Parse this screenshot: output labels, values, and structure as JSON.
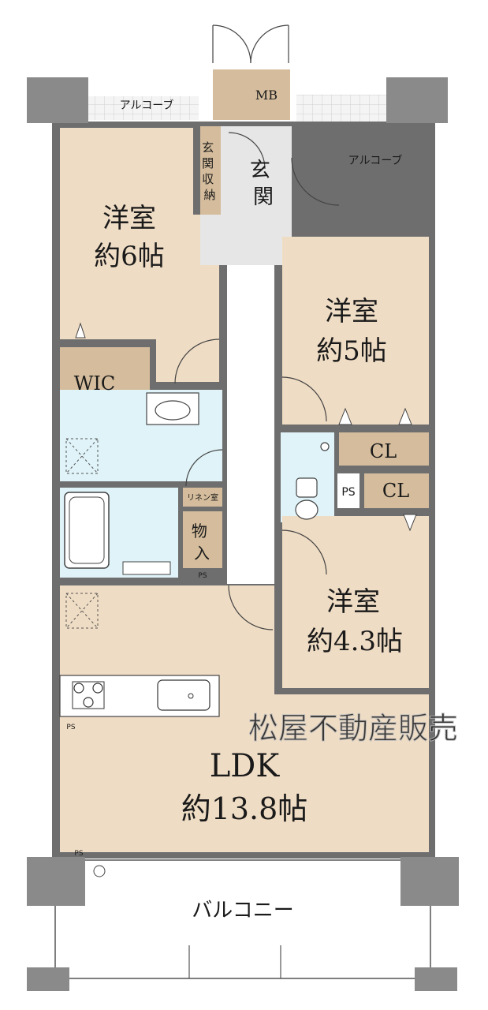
{
  "rooms": {
    "western_6": {
      "name": "洋室",
      "size": "約6帖"
    },
    "western_5": {
      "name": "洋室",
      "size": "約5帖"
    },
    "western_43": {
      "name": "洋室",
      "size": "約4.3帖"
    },
    "ldk": {
      "name": "LDK",
      "size": "約13.8帖"
    }
  },
  "labels": {
    "alcove_left": "アルコーブ",
    "alcove_right": "アルコーブ",
    "mb": "MB",
    "genkan_storage": [
      "玄",
      "関",
      "収",
      "納"
    ],
    "genkan": [
      "玄",
      "関"
    ],
    "wic": "WIC",
    "cl_1": "CL",
    "cl_2": "CL",
    "ps_toilet": "PS",
    "linen": "リネン室",
    "storage": [
      "物",
      "入"
    ],
    "ps_small_1": "PS",
    "ps_small_2": "PS",
    "ps_small_3": "PS",
    "balcony": "バルコニー"
  },
  "watermark": "松屋不動産販売",
  "colors": {
    "room_fill": "#efdcc4",
    "storage_fill": "#d4bc9c",
    "wet_fill": "#dff3f8",
    "hall_fill": "#e6e6e6",
    "wall": "#6e6e6e",
    "column": "#8a8a8a"
  }
}
